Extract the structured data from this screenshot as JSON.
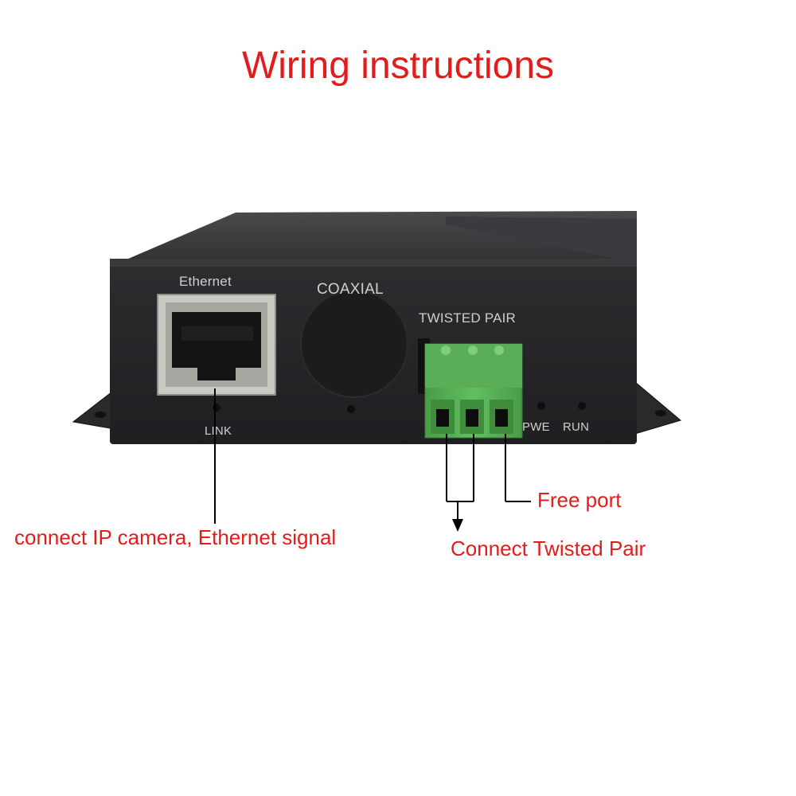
{
  "title": "Wiring instructions",
  "panel_labels": {
    "ethernet": "Ethernet",
    "coaxial": "COAXIAL",
    "twisted_pair": "TWISTED PAIR",
    "link": "LINK",
    "pwe": "PWE",
    "run": "RUN"
  },
  "callouts": {
    "ethernet": "connect IP camera, Ethernet signal",
    "free_port": "Free port",
    "twisted_pair": "Connect Twisted Pair"
  },
  "colors": {
    "annotation_red": "#e41b1b",
    "chassis": "#2a2a2c",
    "terminal_green": "#5bb35a"
  }
}
